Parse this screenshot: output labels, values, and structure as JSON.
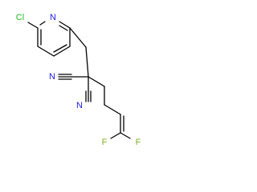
{
  "molecule": {
    "atoms": {
      "chlorine": "Cl",
      "ring_nitrogen": "N",
      "nitrile_1": "N",
      "nitrile_2": "N",
      "fluorine_1": "F",
      "fluorine_2": "F"
    },
    "colors": {
      "bond": "#000000",
      "chlorine": "#1fbf1f",
      "nitrogen": "#2020e0",
      "fluorine": "#7fb21f"
    }
  }
}
